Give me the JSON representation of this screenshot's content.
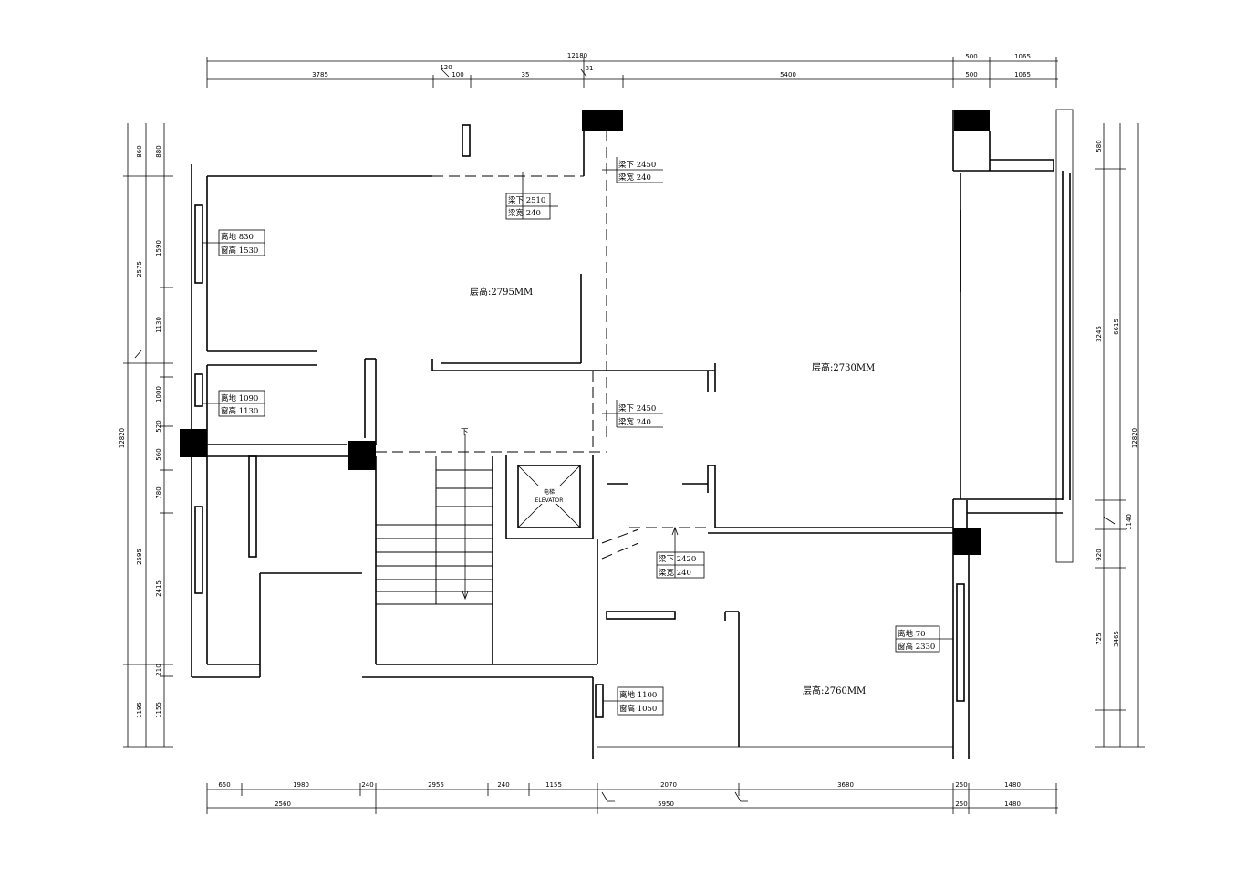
{
  "room_labels": {
    "room_a": "层高:2795MM",
    "room_b": "层高:2730MM",
    "room_c": "层高:2760MM"
  },
  "tags": {
    "beam_1": {
      "line1": "梁下 2450",
      "line2": "梁宽 240"
    },
    "beam_2": {
      "line1": "梁下 2510",
      "line2": "梁宽 240"
    },
    "window_1": {
      "line1": "离地 830",
      "line2": "窗高 1530"
    },
    "window_2": {
      "line1": "离地 1090",
      "line2": "窗高 1130"
    },
    "beam_3": {
      "line1": "梁下 2450",
      "line2": "梁宽 240"
    },
    "beam_4": {
      "line1": "梁下 2420",
      "line2": "梁宽 240"
    },
    "window_3": {
      "line1": "离地 70",
      "line2": "窗高 2330"
    },
    "window_4": {
      "line1": "离地 1100",
      "line2": "窗高 1050"
    }
  },
  "elevator": {
    "line1": "电梯",
    "line2": "ELEVATOR"
  },
  "stair_down": "下",
  "dims": {
    "top_total": "12180",
    "top_a": "3785",
    "top_b": "100",
    "top_c": "35",
    "top_d": "5400",
    "top_e": "500",
    "top_f": "1065",
    "top_g": "500",
    "top_h": "1065",
    "top_s1": "120",
    "top_s2": "81",
    "left_total": "12820",
    "left_a": "860",
    "left_b": "2575",
    "left_c": "2595",
    "left_d": "1195",
    "left_e": "880",
    "left_f": "1590",
    "left_g": "1130",
    "left_h": "1000",
    "left_i": "520",
    "left_j": "560",
    "left_k": "780",
    "left_l": "2415",
    "left_m": "210",
    "left_n": "1155",
    "right_total": "12820",
    "right_a": "580",
    "right_b": "3245",
    "right_c": "6615",
    "right_d": "920",
    "right_e": "3465",
    "right_f": "725",
    "right_g": "1140",
    "bottom_a": "650",
    "bottom_b": "1980",
    "bottom_c": "240",
    "bottom_d": "2955",
    "bottom_e": "240",
    "bottom_f": "1155",
    "bottom_g": "2070",
    "bottom_h": "3680",
    "bottom_i": "250",
    "bottom_j": "1480",
    "bottom_k": "2560",
    "bottom_l": "5950",
    "bottom_m": "250",
    "bottom_n": "1480"
  }
}
